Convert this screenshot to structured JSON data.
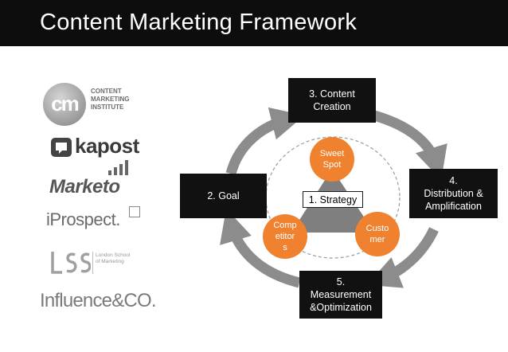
{
  "header": {
    "title": "Content Marketing Framework"
  },
  "logos": {
    "cmi": {
      "mark": "cm",
      "text": "CONTENT\nMARKETING\nINSTITUTE"
    },
    "kapost": {
      "text": "kapost"
    },
    "marketo": {
      "text": "Marketo"
    },
    "iprospect": {
      "text": "iProspect."
    },
    "lsm": {
      "text": "London School\nof Marketing"
    },
    "influence": {
      "text": "Influence&CO."
    }
  },
  "diagram": {
    "boxes": {
      "creation": "3. Content\nCreation",
      "goal": "2. Goal",
      "distribution": "4.\nDistribution &\nAmplification",
      "measurement": "5.\nMeasurement\n&Optimization"
    },
    "circles": {
      "sweet_spot": "Sweet\nSpot",
      "competitors": "Comp\netitor\ns",
      "customer": "Custo\nmer"
    },
    "center": "1. Strategy"
  },
  "colors": {
    "header_bg": "#0d0d0d",
    "box_bg": "#111111",
    "circle_orange": "#f0812f",
    "arrow_gray": "#8c8c8c",
    "triangle_gray": "#7f7f7f"
  }
}
